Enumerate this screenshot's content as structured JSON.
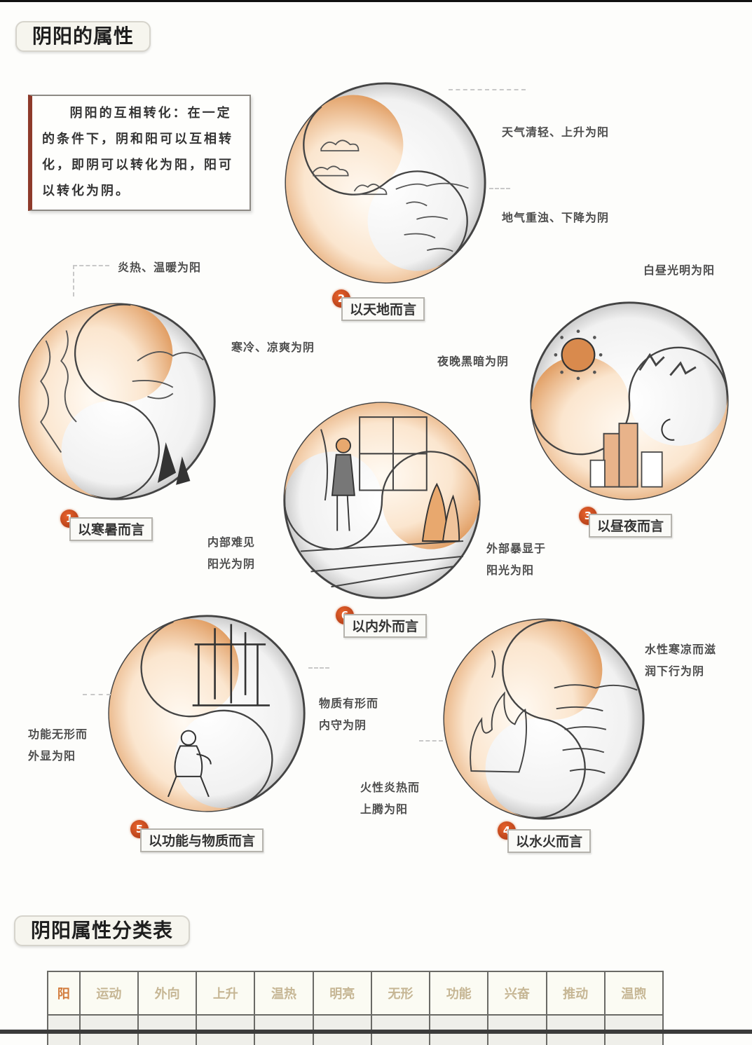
{
  "sections": {
    "properties_title": "阴阳的属性",
    "table_title": "阴阳属性分类表"
  },
  "note": {
    "text": "阴阳的互相转化：在一定的条件下，阴和阳可以互相转化，即阴可以转化为阳，阳可以转化为阴。"
  },
  "colors": {
    "yang_orange": "#e3a06a",
    "badge_red": "#c4461d",
    "outline": "#444444"
  },
  "diagrams": [
    {
      "number": "1",
      "caption": "以寒暑而言",
      "yang": "炎热、温暖为阳",
      "yin": "寒冷、凉爽为阴"
    },
    {
      "number": "2",
      "caption": "以天地而言",
      "yang": "天气清轻、上升为阳",
      "yin": "地气重浊、下降为阴"
    },
    {
      "number": "3",
      "caption": "以昼夜而言",
      "yang": "白昼光明为阳",
      "yin": "夜晚黑暗为阴"
    },
    {
      "number": "4",
      "caption": "以水火而言",
      "yang": "火性炎热而上腾为阳",
      "yin": "水性寒凉而滋润下行为阴",
      "yang_lines": [
        "火性炎热而",
        "上腾为阳"
      ],
      "yin_lines": [
        "水性寒凉而滋",
        "润下行为阴"
      ]
    },
    {
      "number": "5",
      "caption": "以功能与物质而言",
      "yang": "功能无形而外显为阳",
      "yin": "物质有形而内守为阴",
      "yang_lines": [
        "功能无形而",
        "外显为阳"
      ],
      "yin_lines": [
        "物质有形而",
        "内守为阴"
      ]
    },
    {
      "number": "6",
      "caption": "以内外而言",
      "yang": "外部暴显于阳光为阳",
      "yin": "内部难见阳光为阴",
      "yang_lines": [
        "外部暴显于",
        "阳光为阳"
      ],
      "yin_lines": [
        "内部难见",
        "阳光为阴"
      ]
    }
  ],
  "table": {
    "row_yang": [
      "阳",
      "运动",
      "外向",
      "上升",
      "温热",
      "明亮",
      "无形",
      "功能",
      "兴奋",
      "推动",
      "温煦"
    ]
  }
}
